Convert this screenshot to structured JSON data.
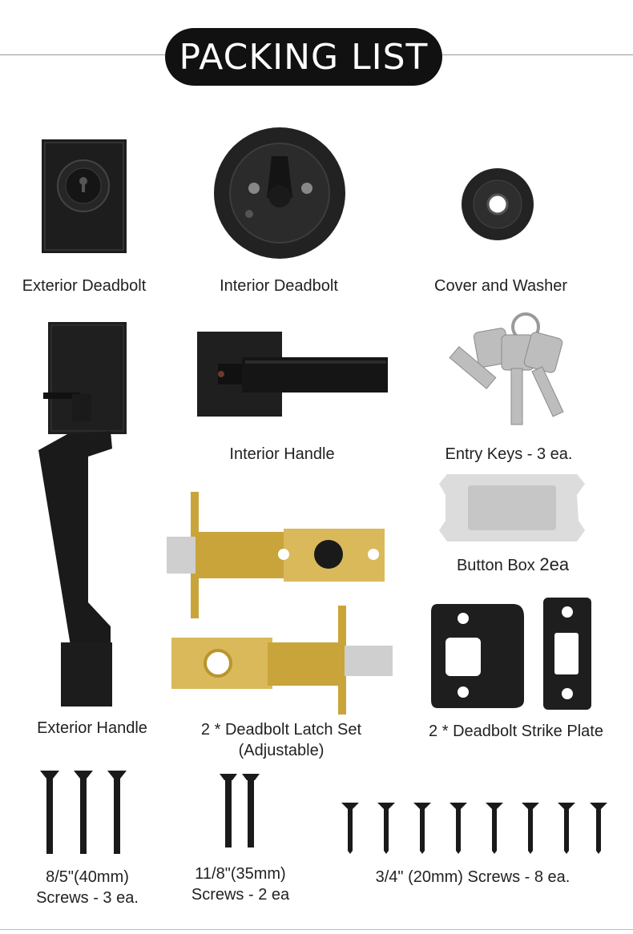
{
  "header": {
    "title": "PACKING LIST"
  },
  "items": {
    "exterior_deadbolt": "Exterior Deadbolt",
    "interior_deadbolt": "Interior Deadbolt",
    "cover_washer": "Cover and Washer",
    "interior_handle": "Interior Handle",
    "entry_keys": "Entry Keys - 3 ea.",
    "button_box_name": "Button Box",
    "button_box_qty": "2ea",
    "exterior_handle": "Exterior Handle",
    "latch_set_line1": "2 * Deadbolt Latch Set",
    "latch_set_line2": "(Adjustable)",
    "strike_plate": "2 * Deadbolt Strike Plate",
    "screws_40_line1": "8/5\"(40mm)",
    "screws_40_line2": "Screws - 3 ea.",
    "screws_35_line1": "11/8\"(35mm)",
    "screws_35_line2": "Screws - 2 ea",
    "screws_20": "3/4\" (20mm) Screws - 8 ea."
  },
  "colors": {
    "hardware": "#1c1c1c",
    "brass": "#c9a43a",
    "steel": "#c8c8c8",
    "pill": "#111111"
  }
}
